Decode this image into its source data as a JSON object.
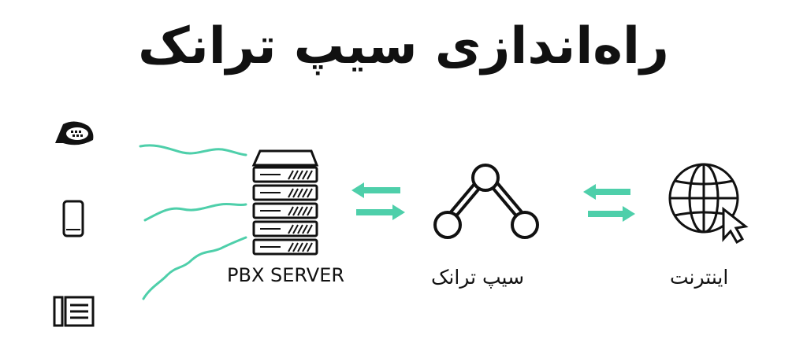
{
  "title": "راه‌اندازی سیپ ترانک",
  "labels": {
    "pbx_server": "PBX SERVER",
    "sip_trunk": "سیپ ترانک",
    "internet": "اینترنت"
  },
  "colors": {
    "accent": "#4ecfaa",
    "ink": "#111111"
  },
  "icons": {
    "conference_phone": "conference-phone-icon",
    "mobile_phone": "mobile-phone-icon",
    "desk_phone": "desk-phone-icon",
    "server": "server-rack-icon",
    "trunk": "network-node-icon",
    "internet": "globe-cursor-icon"
  }
}
